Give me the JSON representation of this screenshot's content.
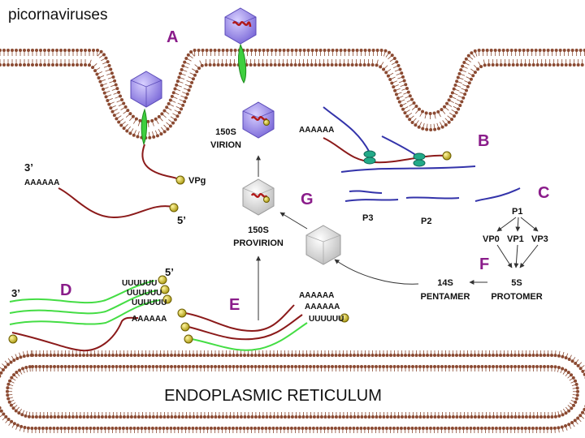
{
  "title": "picornaviruses",
  "steps": {
    "a": "A",
    "b": "B",
    "c": "C",
    "d": "D",
    "e": "E",
    "f": "F",
    "g": "G"
  },
  "labels": {
    "vpg": "VPg",
    "three_prime": "3’",
    "five_prime": "5’",
    "polyA": "AAAAAA",
    "polyU": "UUUUUU",
    "virion_line1": "150S",
    "virion_line2": "VIRION",
    "provirion_line1": "150S",
    "provirion_line2": "PROVIRION",
    "pentamer_line1": "14S",
    "pentamer_line2": "PENTAMER",
    "protomer_line1": "5S",
    "protomer_line2": "PROTOMER",
    "p1": "P1",
    "p2": "P2",
    "p3": "P3",
    "vp0": "VP0",
    "vp1": "VP1",
    "vp3": "VP3",
    "er": "ENDOPLASMIC RETICULUM"
  },
  "colors": {
    "rna": "#8b1a1a",
    "negative_strand": "#44dd44",
    "protein": "#3333aa",
    "capsid": "#9b8de6",
    "empty_capsid": "#e2e2e2",
    "vpg": "#d4c21a",
    "ribosome": "#22aa88",
    "step_letter": "#8a1c8a",
    "membrane_lipid": "#8b4a32"
  }
}
